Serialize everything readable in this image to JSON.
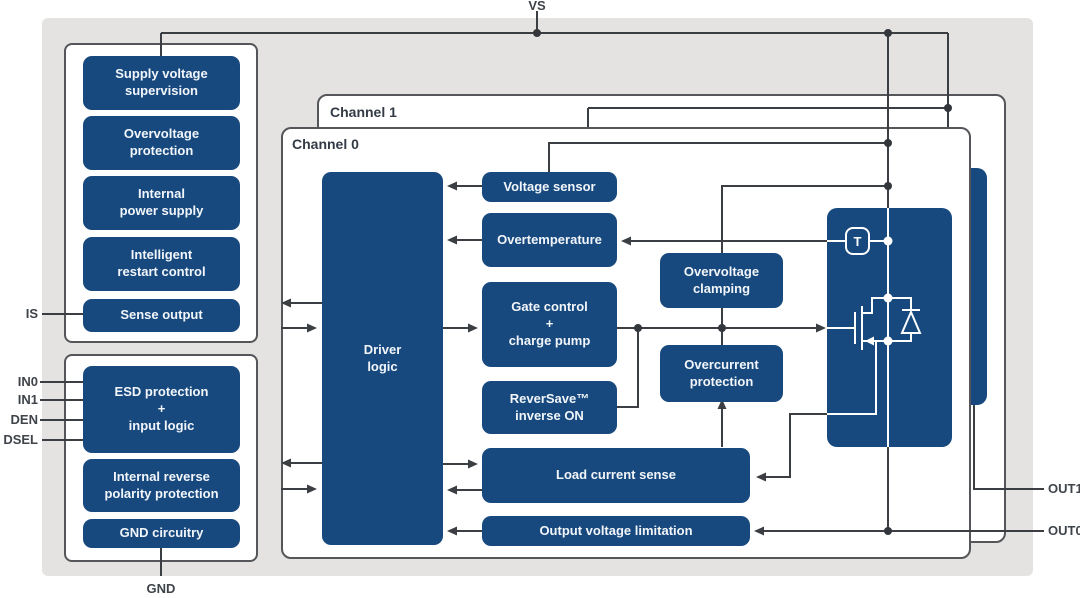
{
  "pins": {
    "vs": "VS",
    "is": "IS",
    "in0": "IN0",
    "in1": "IN1",
    "den": "DEN",
    "dsel": "DSEL",
    "gnd": "GND",
    "out1": "OUT1",
    "out0": "OUT0"
  },
  "channels": {
    "channel1": "Channel 1",
    "channel0": "Channel 0"
  },
  "common_blocks": {
    "supply_voltage_supervision": "Supply voltage\nsupervision",
    "overvoltage_protection": "Overvoltage\nprotection",
    "internal_power_supply": "Internal\npower supply",
    "intelligent_restart_control": "Intelligent\nrestart control",
    "sense_output": "Sense output",
    "esd_input_logic": "ESD protection\n+\ninput logic",
    "internal_reverse_polarity_protection": "Internal reverse\npolarity protection",
    "gnd_circuitry": "GND circuitry"
  },
  "channel_blocks": {
    "driver_logic": "Driver\nlogic",
    "voltage_sensor": "Voltage sensor",
    "overtemperature": "Overtemperature",
    "gate_control_charge_pump": "Gate control\n+\ncharge pump",
    "reversave_inverse_on": "ReverSave™\ninverse ON",
    "load_current_sense": "Load current sense",
    "output_voltage_limitation": "Output voltage limitation",
    "overvoltage_clamping": "Overvoltage\nclamping",
    "overcurrent_protection": "Overcurrent\nprotection",
    "temperature_sensor": "T"
  },
  "colors": {
    "block_blue": "#17497e",
    "wire_gray": "#3b3f44",
    "background_gray": "#e4e3e2",
    "box_border_gray": "#54565a",
    "block_text": "#f2f6fa"
  }
}
